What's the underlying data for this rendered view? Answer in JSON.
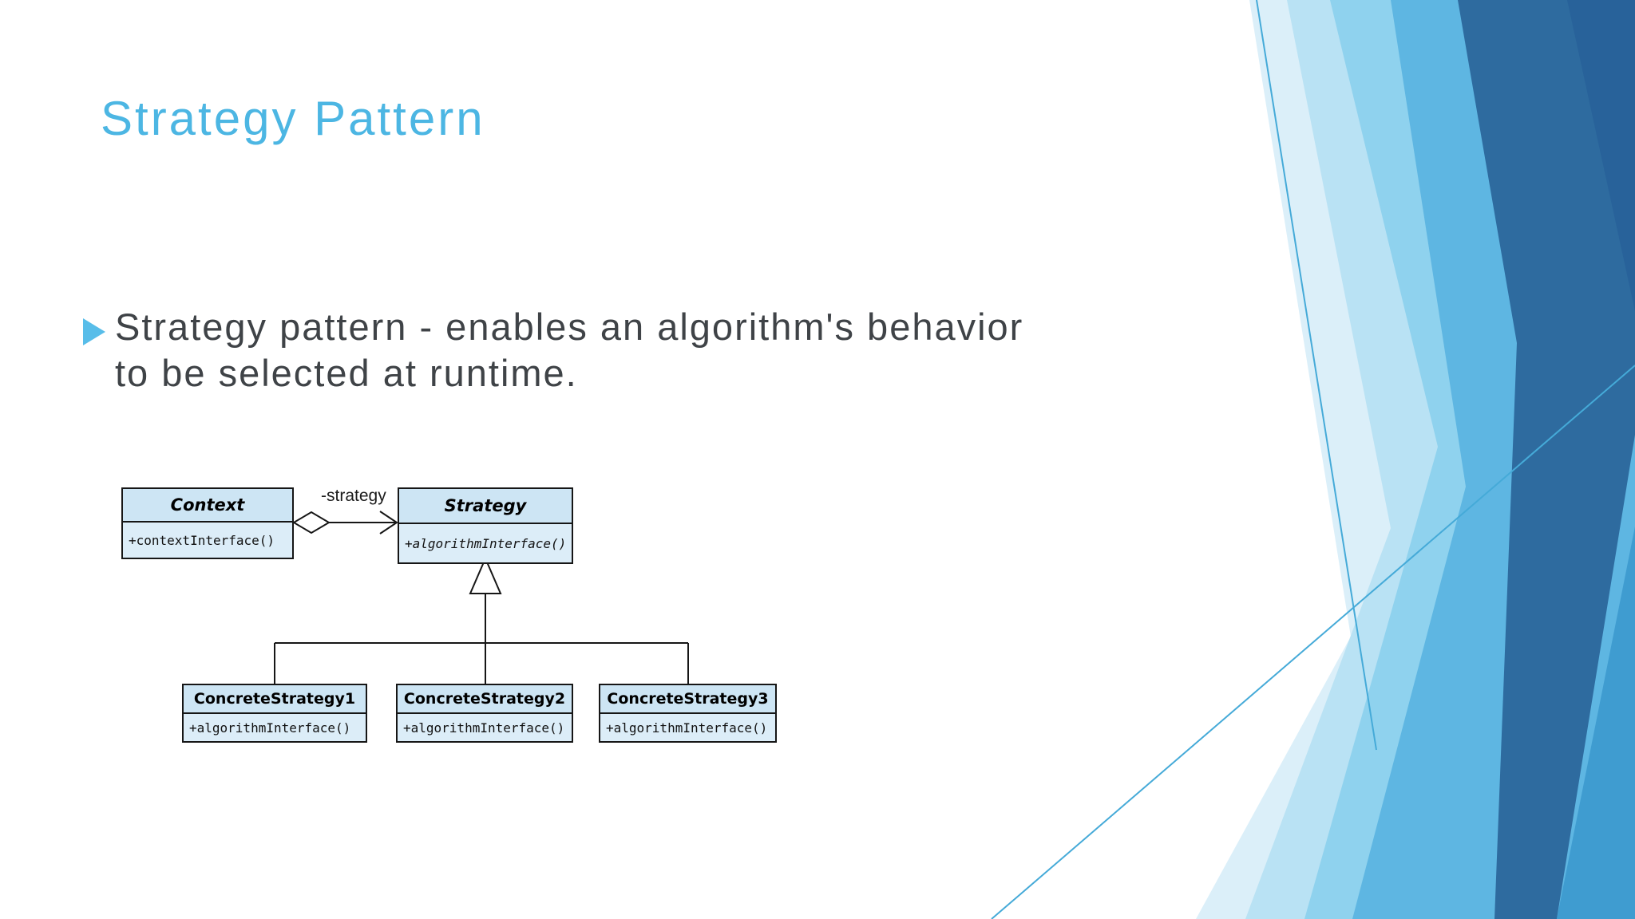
{
  "slide_title": "Strategy Pattern",
  "bullet": {
    "marker_icon": "play-triangle",
    "line1": "Strategy pattern - enables an algorithm's behavior",
    "line2": "to be selected at runtime."
  },
  "diagram": {
    "association_label": "-strategy",
    "classes": [
      {
        "name": "Context",
        "method": "+contextInterface()"
      },
      {
        "name": "Strategy",
        "method": "+algorithmInterface()"
      },
      {
        "name": "ConcreteStrategy1",
        "method": "+algorithmInterface()"
      },
      {
        "name": "ConcreteStrategy2",
        "method": "+algorithmInterface()"
      },
      {
        "name": "ConcreteStrategy3",
        "method": "+algorithmInterface()"
      }
    ],
    "relationships": {
      "aggregation": "Context has-a Strategy (open diamond, open arrow)",
      "inheritance": "ConcreteStrategy1, ConcreteStrategy2, ConcreteStrategy3 inherit Strategy (hollow triangle)"
    }
  },
  "colors": {
    "title": "#4cb6e3",
    "bullet_marker": "#58bde9",
    "body_text": "#3f4347",
    "uml_header_fill": "#cde5f4",
    "uml_body_fill": "#dcedf8",
    "uml_border": "#161616",
    "accent_pale_blue": "#dbeff9",
    "accent_light_blue": "#8fd2ee",
    "accent_medium_blue": "#5cb5e1",
    "accent_dark_blue": "#2e6b9f"
  }
}
